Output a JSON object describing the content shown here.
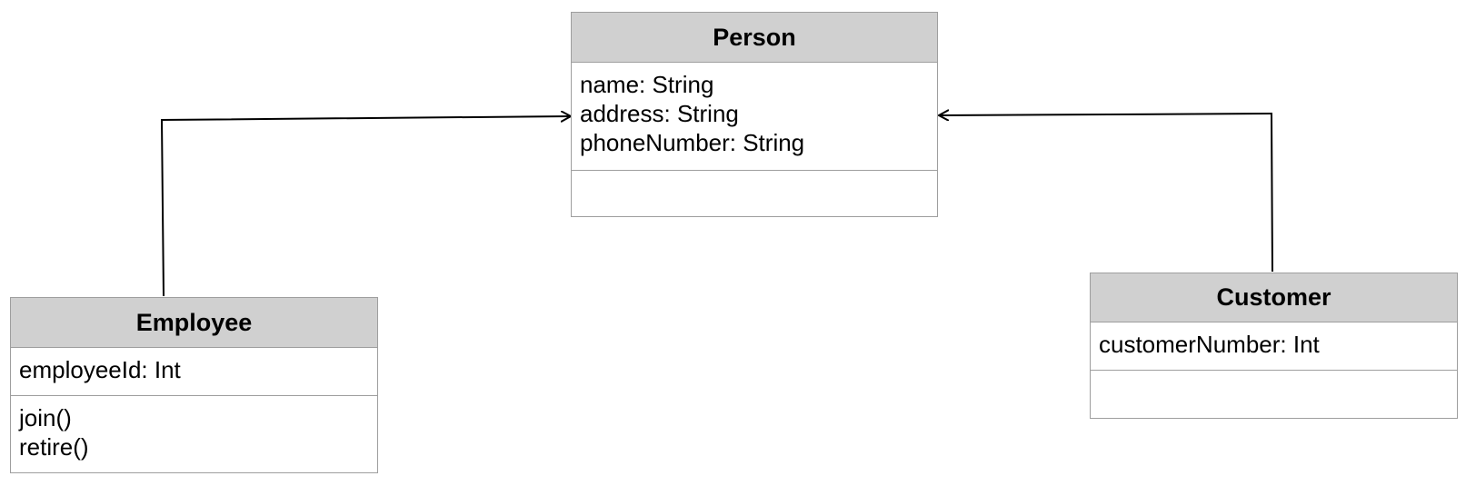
{
  "classes": {
    "person": {
      "name": "Person",
      "attributes": [
        "name: String",
        "address: String",
        "phoneNumber: String"
      ],
      "operations": []
    },
    "employee": {
      "name": "Employee",
      "attributes": [
        "employeeId: Int"
      ],
      "operations": [
        "join()",
        "retire()"
      ]
    },
    "customer": {
      "name": "Customer",
      "attributes": [
        "customerNumber: Int"
      ],
      "operations": []
    }
  },
  "relationships": [
    {
      "type": "generalization",
      "from": "Employee",
      "to": "Person"
    },
    {
      "type": "generalization",
      "from": "Customer",
      "to": "Person"
    }
  ]
}
